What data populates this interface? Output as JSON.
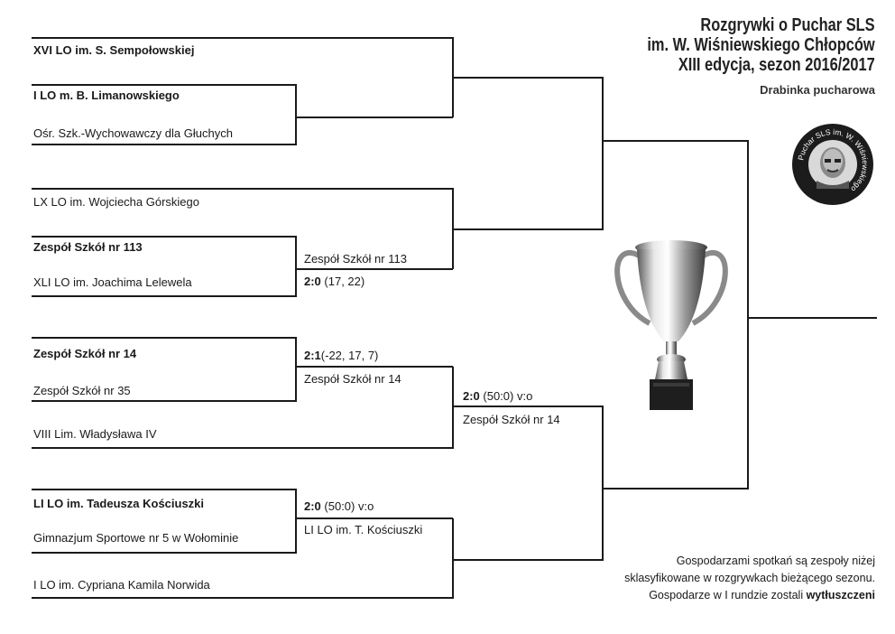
{
  "header": {
    "title_line1": "Rozgrywki o Puchar SLS",
    "title_line2": "im. W. Wiśniewskiego Chłopców",
    "title_line3": "XIII edycja, sezon 2016/2017",
    "subtitle": "Drabinka pucharowa"
  },
  "logo": {
    "ring_text": "Puchar SLS im. W. Wiśniewskiego"
  },
  "round1": {
    "team1": "XVI LO im. S. Sempołowskiej",
    "team2": "I LO m. B. Limanowskiego",
    "team3": "Ośr. Szk.-Wychowawczy dla Głuchych",
    "team4": "LX LO im. Wojciecha Górskiego",
    "team5": "Zespół Szkół nr 113",
    "team6": "XLI LO im. Joachima Lelewela",
    "team7": "Zespół Szkół nr 14",
    "team8": "Zespół Szkół nr 35",
    "team9": "VIII Lim. Władysława IV",
    "team10": "LI LO im. Tadeusza Kościuszki",
    "team11": "Gimnazjum Sportowe nr 5 w Wołominie",
    "team12": "I LO im. Cypriana Kamila Norwida"
  },
  "round2": {
    "m3_winner": "Zespół Szkół nr 113",
    "m3_score": "2:0",
    "m3_sets": " (17, 22)",
    "m4_score": "2:1",
    "m4_sets": "(-22, 17, 7)",
    "m4_winner": "Zespół Szkół nr 14",
    "m5_score": "2:0",
    "m5_sets": " (50:0) v:o",
    "m5_winner": "LI LO im. T. Kościuszki"
  },
  "round3": {
    "m_score": "2:0",
    "m_sets": " (50:0) v:o",
    "m_winner": "Zespół Szkół nr 14"
  },
  "footer": {
    "note_line1": "Gospodarzami spotkań są zespoły niżej",
    "note_line2": "sklasyfikowane w rozgrywkach bieżącego sezonu.",
    "note_line3_prefix": "Gospodarze w I rundzie zostali ",
    "note_line3_bold": "wytłuszczeni"
  }
}
